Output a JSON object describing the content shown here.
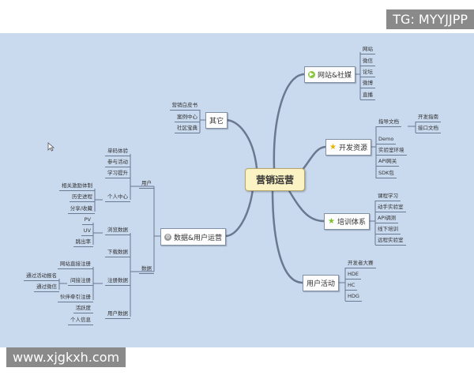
{
  "watermark_top": "TG: MYYJJPP",
  "watermark_bottom": "www.xjgkxh.com",
  "center": "营销运营",
  "branches": {
    "web": {
      "label": "网站&社媒",
      "icon": "play-icon",
      "children": [
        "网站",
        "微信",
        "论坛",
        "微博",
        "直播"
      ]
    },
    "dev": {
      "label": "开发资源",
      "icon": "star-icon",
      "children": [
        "指导文档",
        "Demo",
        "实验室环境",
        "API网关",
        "SDK包"
      ],
      "guide_children": [
        "开发指南",
        "接口文档"
      ]
    },
    "train": {
      "label": "培训体系",
      "icon": "star-icon",
      "children": [
        "课程学习",
        "动手实验室",
        "API调测",
        "线下培训",
        "远程实验室"
      ]
    },
    "activity": {
      "label": "用户活动",
      "children": [
        "开发者大赛",
        "HDE",
        "HC",
        "HDG"
      ]
    },
    "other": {
      "label": "其它",
      "children": [
        "营销白皮书",
        "案例中心",
        "社区宝典"
      ]
    },
    "data_ops": {
      "label": "数据&用户运营",
      "icon": "gear-icon",
      "user": {
        "label": "用户",
        "children": [
          "单码体验",
          "参与活动",
          "学习提升",
          "个人中心"
        ],
        "personal_children": [
          "相关激励体制",
          "历史进程",
          "分享/收藏"
        ]
      },
      "data": {
        "label": "数据",
        "browse": {
          "label": "浏览数据",
          "children": [
            "PV",
            "UV",
            "跳出率"
          ]
        },
        "download": {
          "label": "下载数据"
        },
        "register": {
          "label": "注册数据",
          "children": [
            "网站直接注册",
            "间接注册",
            "伙伴牵引注册"
          ],
          "indirect_children": [
            "通过活动报名",
            "通过微信"
          ]
        },
        "userdata": {
          "label": "用户数据",
          "children": [
            "活跃度",
            "个人信息"
          ]
        }
      }
    }
  }
}
